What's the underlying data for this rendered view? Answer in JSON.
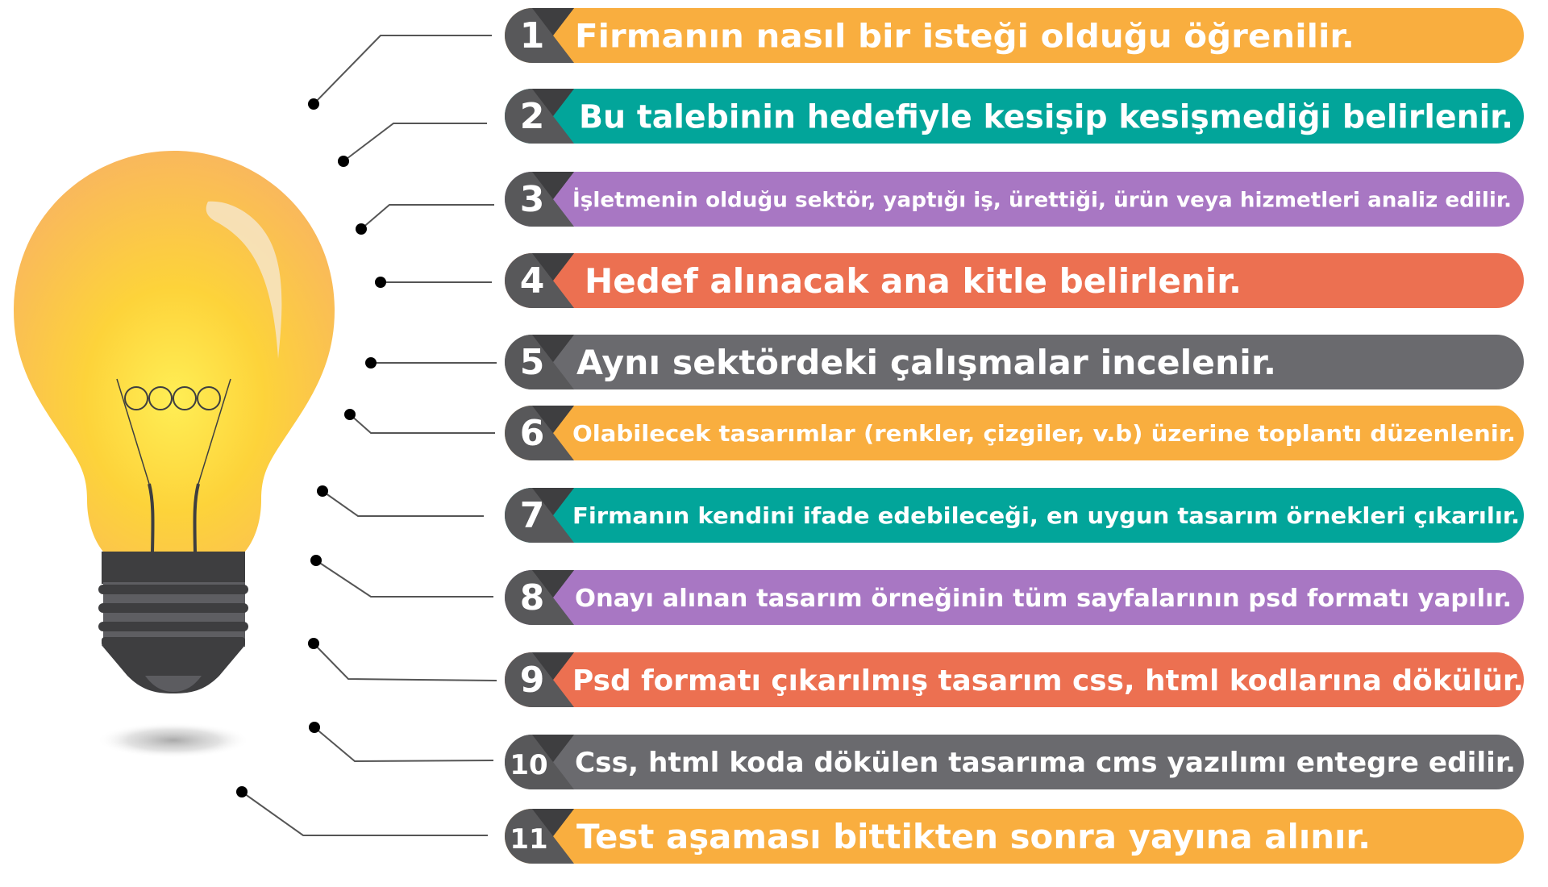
{
  "colors": {
    "orange": "#F9AE3F",
    "teal": "#02A59A",
    "purple": "#A877C3",
    "coral": "#EC7051",
    "gray": "#6A6A6E",
    "badge": "#58585A",
    "badge_dark": "#3E3E40",
    "connector": "#555555",
    "dot": "#000000",
    "text": "#FFFFFF"
  },
  "steps": [
    {
      "number": "1",
      "text": "Firmanın nasıl bir isteği olduğu öğrenilir.",
      "color": "#F9AE3F"
    },
    {
      "number": "2",
      "text": "Bu talebinin hedefiyle kesişip kesişmediği belirlenir.",
      "color": "#02A59A"
    },
    {
      "number": "3",
      "text": "İşletmenin olduğu sektör, yaptığı iş, ürettiği, ürün veya hizmetleri analiz edilir.",
      "color": "#A877C3"
    },
    {
      "number": "4",
      "text": "Hedef alınacak ana kitle belirlenir.",
      "color": "#EC7051"
    },
    {
      "number": "5",
      "text": "Aynı sektördeki çalışmalar incelenir.",
      "color": "#6A6A6E"
    },
    {
      "number": "6",
      "text": "Olabilecek tasarımlar (renkler, çizgiler, v.b) üzerine toplantı düzenlenir.",
      "color": "#F9AE3F"
    },
    {
      "number": "7",
      "text": "Firmanın kendini ifade edebileceği, en uygun tasarım örnekleri çıkarılır.",
      "color": "#02A59A"
    },
    {
      "number": "8",
      "text": "Onayı alınan tasarım örneğinin tüm sayfalarının psd formatı yapılır.",
      "color": "#A877C3"
    },
    {
      "number": "9",
      "text": "Psd formatı çıkarılmış tasarım css, html kodlarına dökülür.",
      "color": "#EC7051"
    },
    {
      "number": "10",
      "text": "Css, html koda dökülen tasarıma cms yazılımı entegre edilir.",
      "color": "#6A6A6E"
    },
    {
      "number": "11",
      "text": "Test aşaması bittikten sonra yayına alınır.",
      "color": "#F9AE3F"
    }
  ],
  "illustration": {
    "icon": "lightbulb-icon",
    "glass_color": "#FBC53A",
    "base_color": "#3E3E40"
  }
}
